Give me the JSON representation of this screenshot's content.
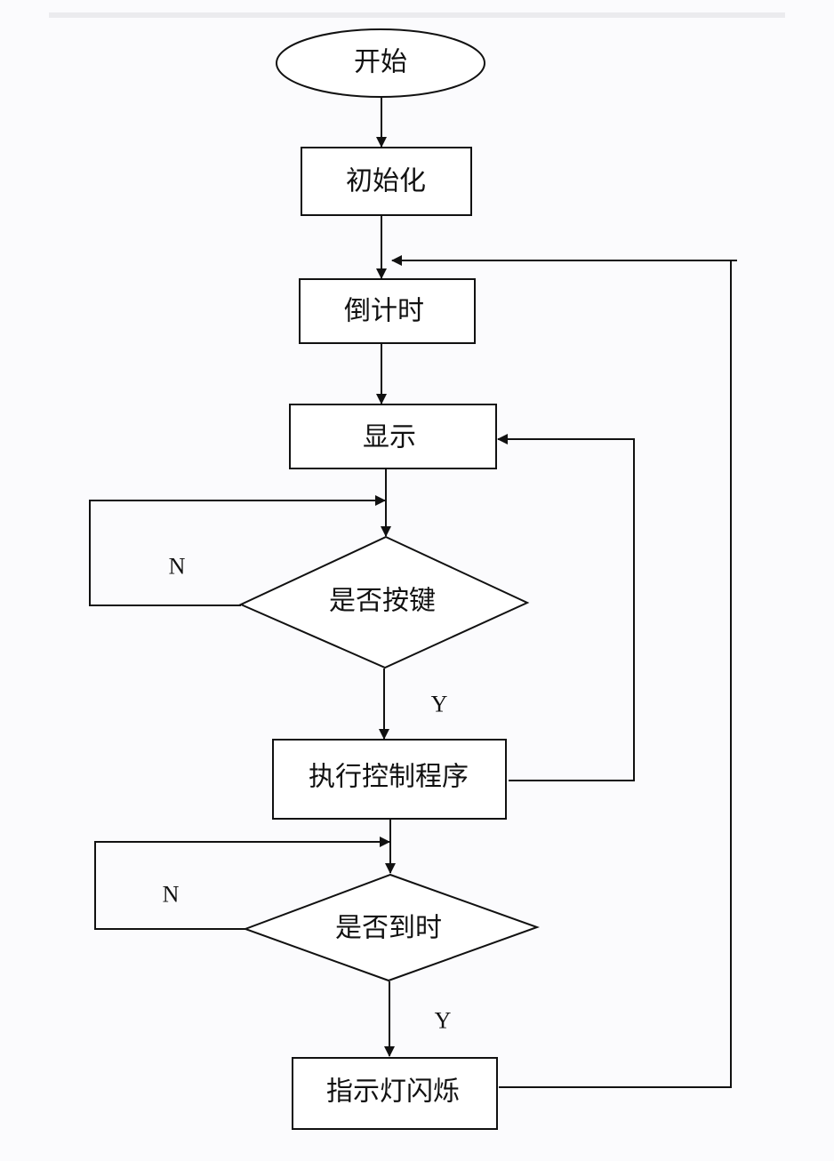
{
  "diagram": {
    "type": "flowchart",
    "nodes": [
      {
        "id": "start",
        "shape": "terminator",
        "label": "开始"
      },
      {
        "id": "init",
        "shape": "process",
        "label": "初始化"
      },
      {
        "id": "countdown",
        "shape": "process",
        "label": "倒计时"
      },
      {
        "id": "display",
        "shape": "process",
        "label": "显示"
      },
      {
        "id": "key_pressed",
        "shape": "decision",
        "label": "是否按键"
      },
      {
        "id": "exec_control",
        "shape": "process",
        "label": "执行控制程序"
      },
      {
        "id": "time_up",
        "shape": "decision",
        "label": "是否到时"
      },
      {
        "id": "led_blink",
        "shape": "process",
        "label": "指示灯闪烁"
      }
    ],
    "edges": [
      {
        "from": "start",
        "to": "init",
        "label": ""
      },
      {
        "from": "init",
        "to": "countdown",
        "label": ""
      },
      {
        "from": "countdown",
        "to": "display",
        "label": ""
      },
      {
        "from": "display",
        "to": "key_pressed",
        "label": ""
      },
      {
        "from": "key_pressed",
        "to": "key_pressed",
        "label": "N"
      },
      {
        "from": "key_pressed",
        "to": "exec_control",
        "label": "Y"
      },
      {
        "from": "exec_control",
        "to": "display",
        "label": ""
      },
      {
        "from": "exec_control",
        "to": "time_up",
        "label": ""
      },
      {
        "from": "time_up",
        "to": "time_up",
        "label": "N"
      },
      {
        "from": "time_up",
        "to": "led_blink",
        "label": "Y"
      },
      {
        "from": "led_blink",
        "to": "countdown",
        "label": ""
      }
    ],
    "branch_labels": {
      "key_no": "N",
      "key_yes": "Y",
      "time_no": "N",
      "time_yes": "Y"
    }
  }
}
